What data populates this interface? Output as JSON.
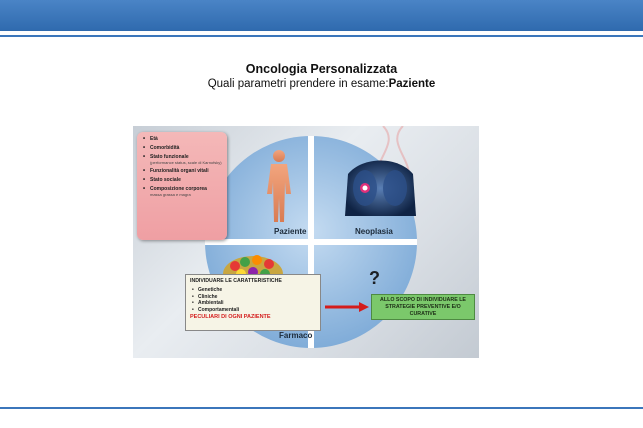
{
  "slide": {
    "title": "Oncologia Personalizzata",
    "subtitle_prefix": "Quali parametri prendere in esame:",
    "subtitle_bold": "Paziente"
  },
  "diagram": {
    "quadrants": [
      "Paziente",
      "Neoplasia",
      "Farmaco"
    ],
    "question_mark": "?",
    "patient_params": [
      {
        "label": "Età",
        "note": ""
      },
      {
        "label": "Comorbidità",
        "note": ""
      },
      {
        "label": "Stato funzionale",
        "note": "(performance status, scale di Karnofsky)"
      },
      {
        "label": "Funzionalità organi vitali",
        "note": ""
      },
      {
        "label": "Stato sociale",
        "note": ""
      },
      {
        "label": "Composizione corporea",
        "note": "massa grassa e magra"
      }
    ],
    "center_box": {
      "heading": "INDIVIDUARE LE CARATTERISTICHE",
      "items": [
        "Genetiche",
        "Cliniche",
        "Ambientali",
        "Comportamentali"
      ],
      "emphasis": "PECULIARI DI OGNI PAZIENTE"
    },
    "goal_box": "ALLO SCOPO DI INDIVIDUARE LE STRATEGIE PREVENTIVE E/O CURATIVE"
  },
  "colors": {
    "header_bar": "#3b76bb",
    "circle": "#8cb4dc",
    "arrow": "#d41c1c",
    "goal_fill": "#7bc86b",
    "params_fill": "#f2aaad"
  }
}
